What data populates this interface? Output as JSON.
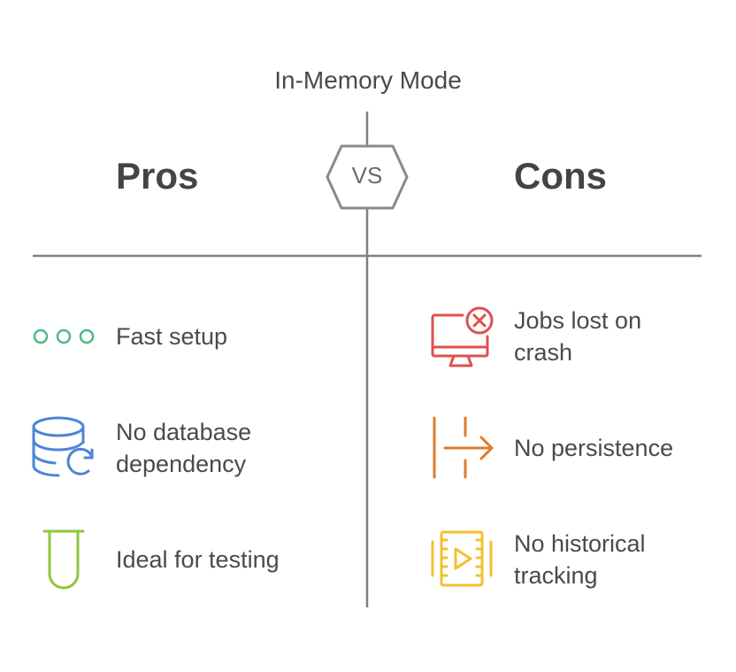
{
  "title": "In-Memory Mode",
  "vs_label": "VS",
  "pros": {
    "heading": "Pros",
    "items": [
      {
        "label": "Fast setup",
        "icon": "three-dots-icon",
        "color": "#4fba86"
      },
      {
        "label": "No database dependency",
        "icon": "database-sync-icon",
        "color": "#4a86d4"
      },
      {
        "label": "Ideal for testing",
        "icon": "test-tube-icon",
        "color": "#8dc63f"
      }
    ]
  },
  "cons": {
    "heading": "Cons",
    "items": [
      {
        "label": "Jobs lost on crash",
        "icon": "monitor-error-icon",
        "color": "#e04f4f"
      },
      {
        "label": "No persistence",
        "icon": "broken-arrow-icon",
        "color": "#e07b2a"
      },
      {
        "label": "No historical tracking",
        "icon": "film-play-icon",
        "color": "#f2c12e"
      }
    ]
  },
  "colors": {
    "divider": "#808080",
    "vs_stroke": "#8a8a8a"
  }
}
